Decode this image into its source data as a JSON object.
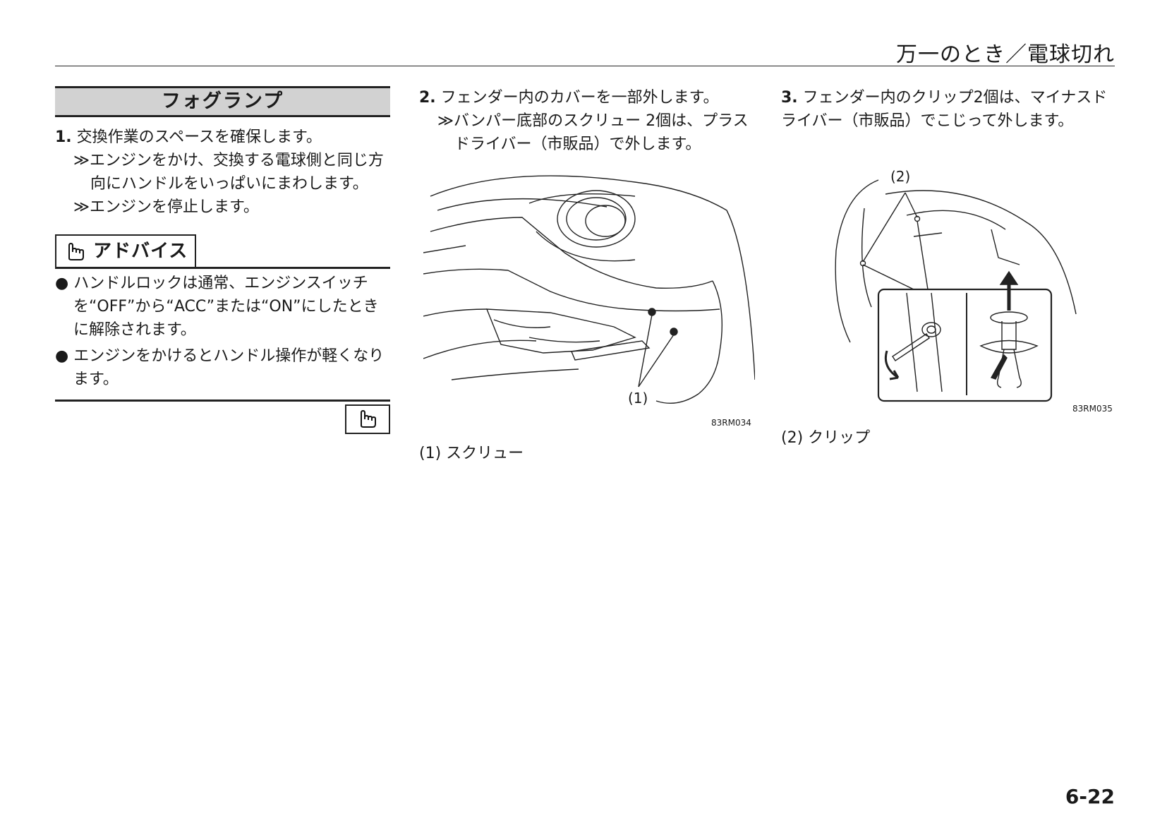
{
  "header": {
    "title": "万一のとき／電球切れ"
  },
  "left": {
    "section_title": "フォグランプ",
    "step1": {
      "num": "1.",
      "text": "交換作業のスペースを確保します。",
      "subs": [
        "≫エンジンをかけ、交換する電球側と同じ方向にハンドルをいっぱいにまわします。",
        "≫エンジンを停止します。"
      ]
    },
    "advice": {
      "label": "アドバイス",
      "bullets": [
        "ハンドルロックは通常、エンジンスイッチを“OFF”から“ACC”または“ON”にしたときに解除されます。",
        "エンジンをかけるとハンドル操作が軽くなります。"
      ]
    }
  },
  "middle": {
    "step2": {
      "num": "2.",
      "text": "フェンダー内のカバーを一部外します。",
      "sub": "≫バンパー底部のスクリュー 2個は、プラスドライバー（市販品）で外します。"
    },
    "figure": {
      "callout": "(1)",
      "code": "83RM034"
    },
    "caption": "(1) スクリュー"
  },
  "right": {
    "step3": {
      "num": "3.",
      "text": "フェンダー内のクリップ2個は、マイナスドライバー（市販品）でこじって外します。"
    },
    "figure": {
      "callout": "(2)",
      "code": "83RM035"
    },
    "caption": "(2) クリップ"
  },
  "footer": {
    "page_number": "6-22"
  }
}
